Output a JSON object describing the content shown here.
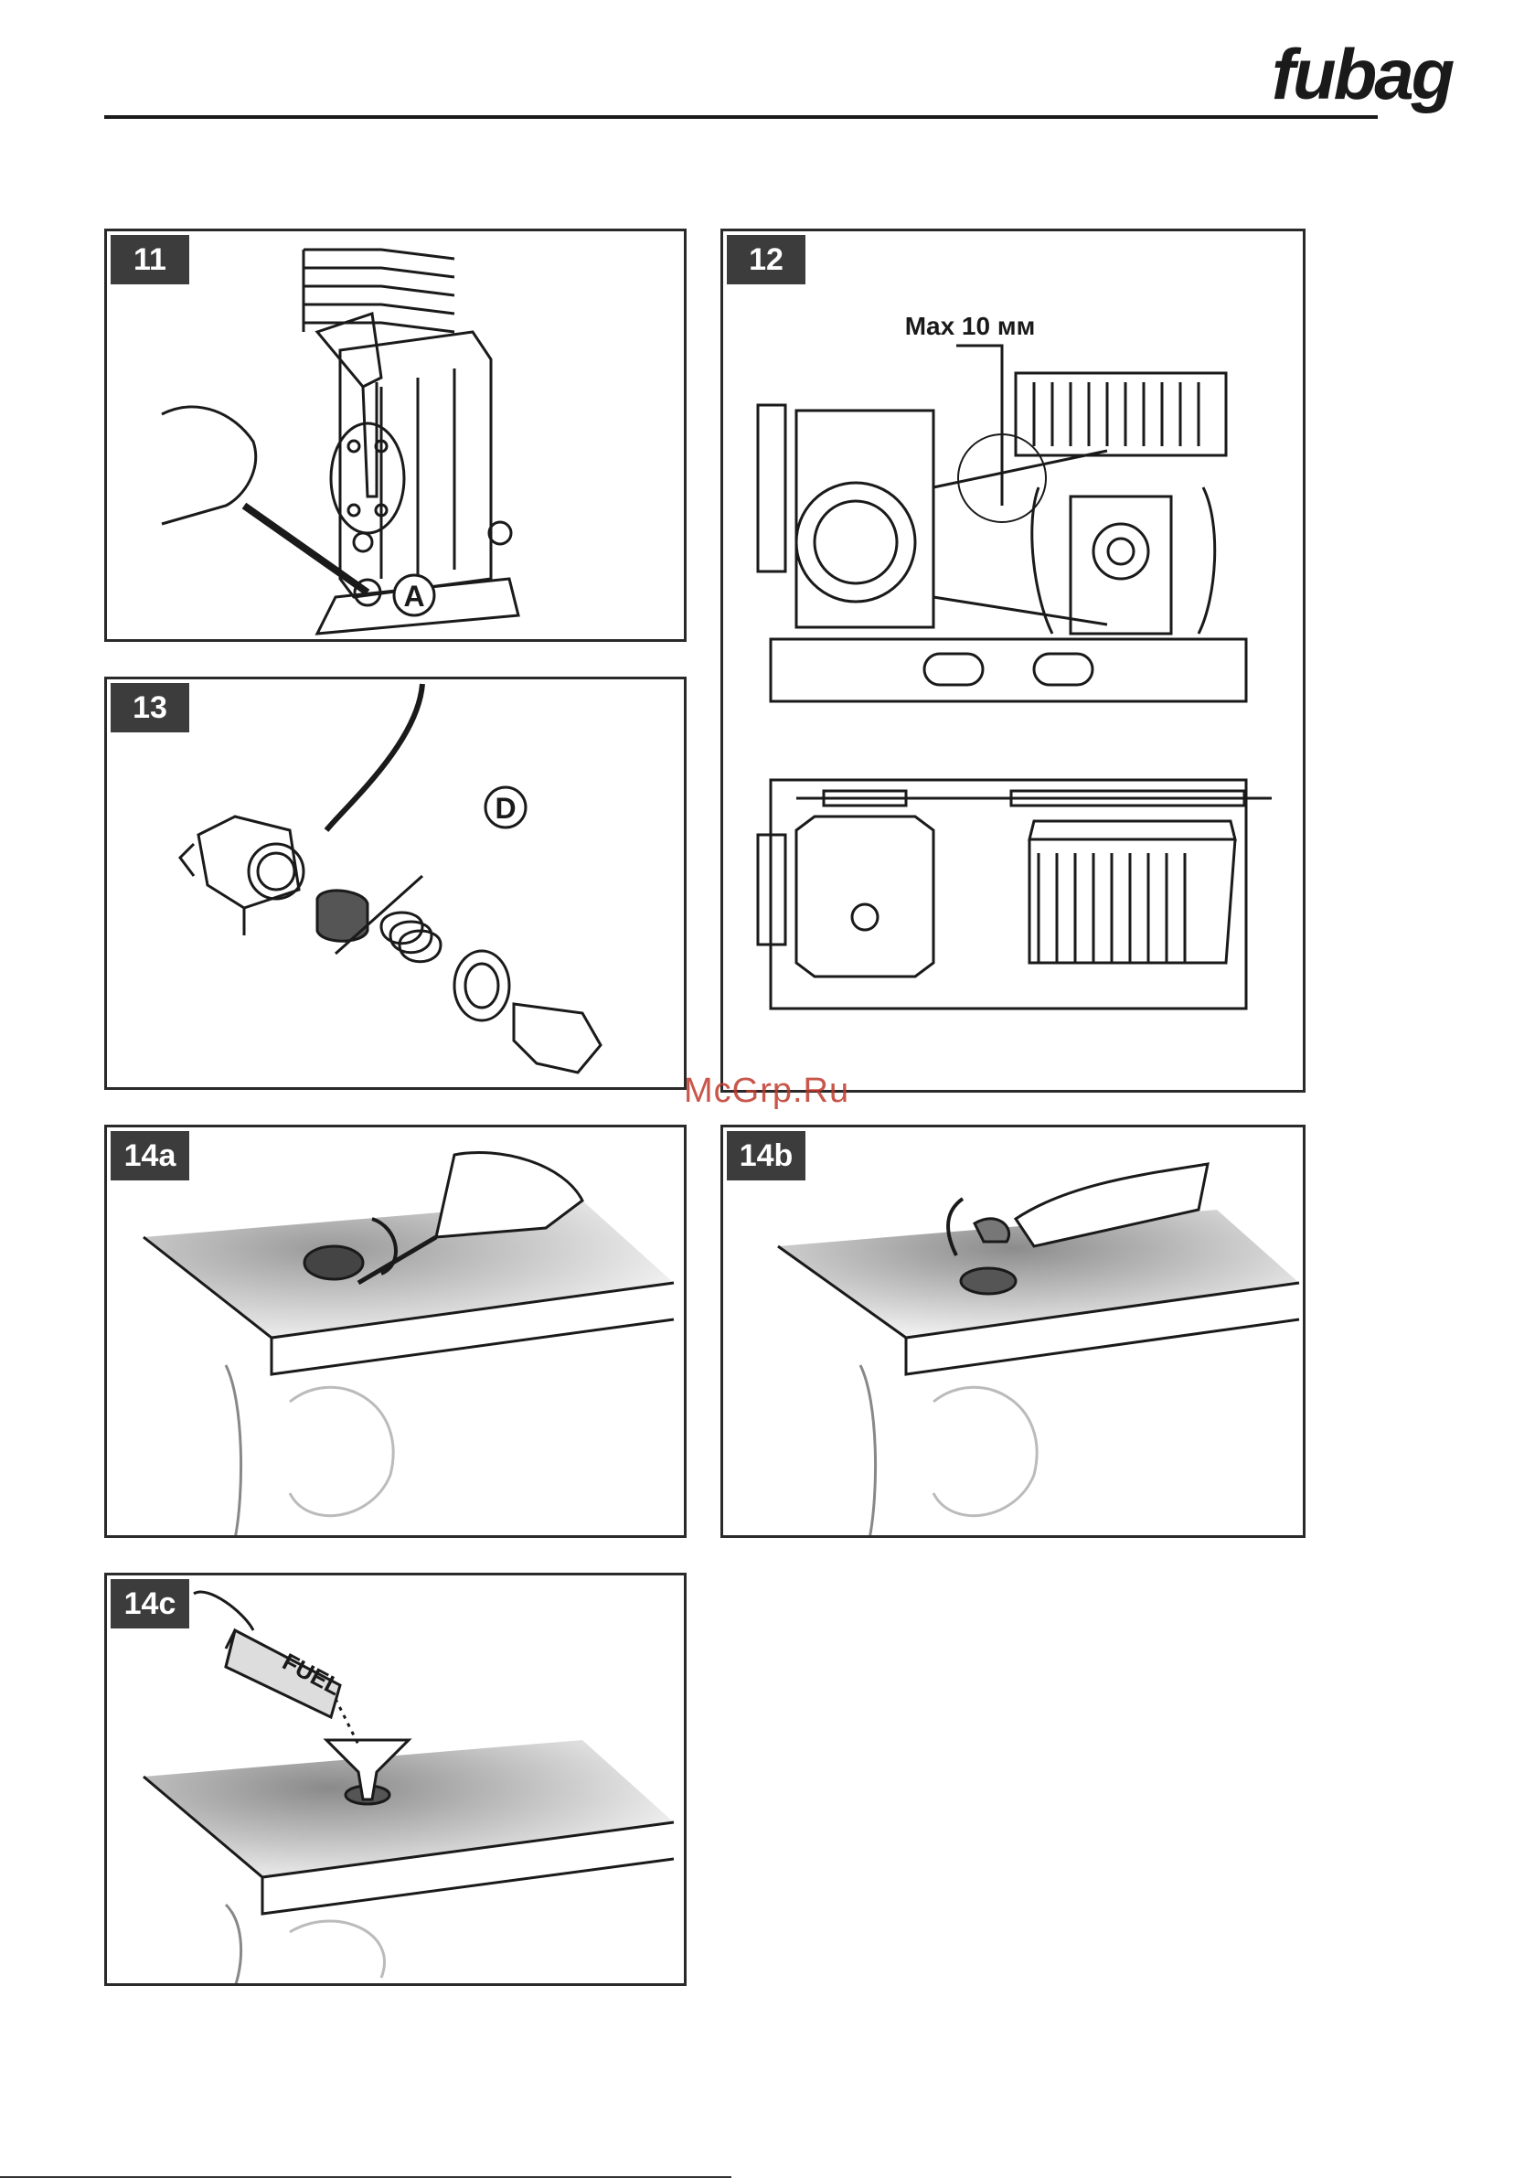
{
  "brand": {
    "logo_text": "fubag"
  },
  "watermark": "McGrp.Ru",
  "figures": [
    {
      "tag": "11",
      "callout": "A"
    },
    {
      "tag": "12",
      "callout": "Max 10 мм"
    },
    {
      "tag": "13",
      "callout": "D"
    },
    {
      "tag": "14a"
    },
    {
      "tag": "14b"
    },
    {
      "tag": "14c",
      "can_label": "FUEL"
    }
  ],
  "colors": {
    "frame": "#2a2a2a",
    "tag_bg": "#3c3c3c",
    "tag_text": "#ffffff",
    "watermark": "#c0392b",
    "line_art": "#1a1a1a"
  }
}
